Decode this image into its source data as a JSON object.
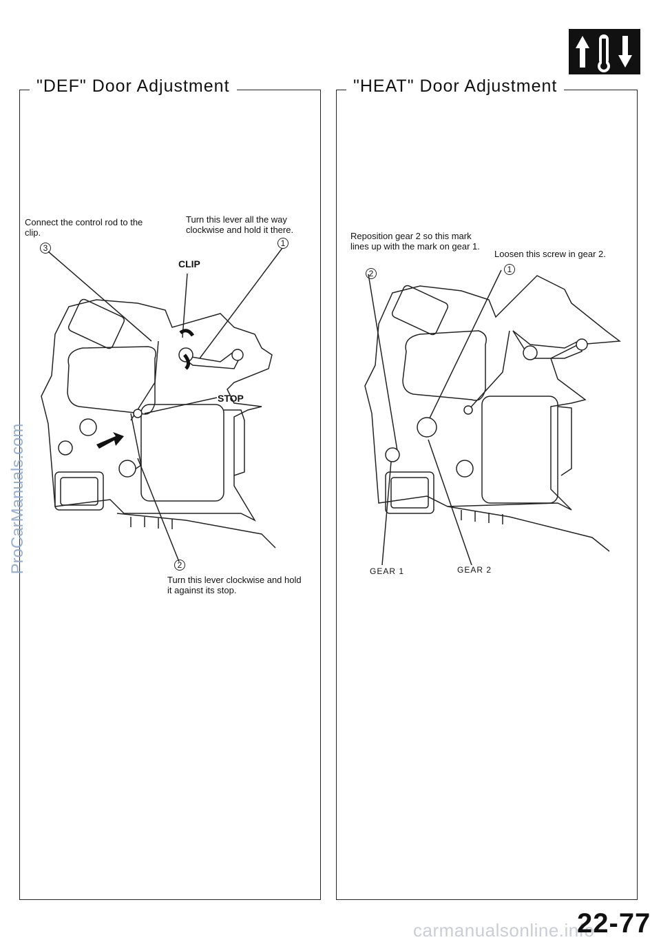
{
  "left": {
    "title": "\"DEF\" Door Adjustment",
    "note_connect": "Connect the control rod to the clip.",
    "note_turn_lever": "Turn this lever all the way clockwise and hold it there.",
    "label_clip": "CLIP",
    "label_stop": "STOP",
    "note_bottom": "Turn this lever clockwise and hold it against its stop.",
    "callouts": [
      "3",
      "1",
      "2"
    ]
  },
  "right": {
    "title": "\"HEAT\" Door Adjustment",
    "note_reposition": "Reposition gear 2 so this mark lines up with the mark on gear 1.",
    "note_loosen": "Loosen this screw in gear 2.",
    "label_gear1": "GEAR 1",
    "label_gear2": "GEAR 2",
    "callouts": [
      "2",
      "1"
    ]
  },
  "header_icon": "thermometer-up-down-icon",
  "page_number": "22-77",
  "watermark_side": "ProCarManuals.com",
  "watermark_bottom": "carmanualsonline.info"
}
